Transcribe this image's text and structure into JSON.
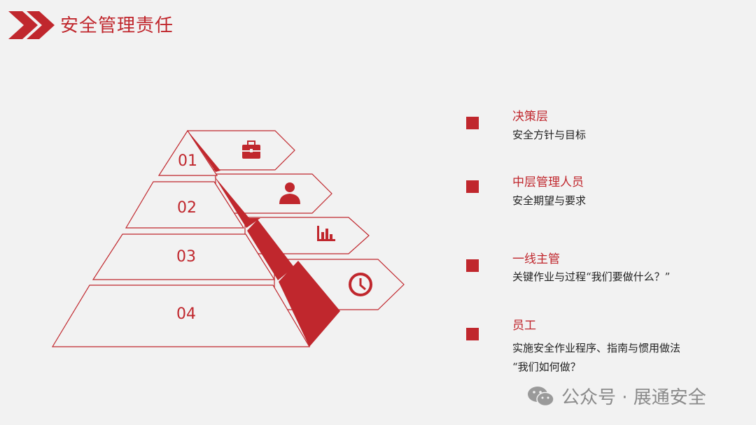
{
  "header": {
    "title": "安全管理责任"
  },
  "levels": [
    {
      "num": "01",
      "icon": "briefcase-icon"
    },
    {
      "num": "02",
      "icon": "user-icon"
    },
    {
      "num": "03",
      "icon": "bar-chart-icon"
    },
    {
      "num": "04",
      "icon": "clock-icon"
    }
  ],
  "legend": [
    {
      "title": "决策层",
      "desc": [
        "安全方针与目标"
      ]
    },
    {
      "title": "中层管理人员",
      "desc": [
        "安全期望与要求"
      ]
    },
    {
      "title": "一线主管",
      "desc": [
        "关键作业与过程“我们要做什么？”"
      ]
    },
    {
      "title": "员工",
      "desc": [
        "实施安全作业程序、指南与惯用做法",
        "“我们如何做？"
      ]
    }
  ],
  "watermark": {
    "text": "公众号 · 展通安全"
  },
  "colors": {
    "accent": "#c0272d",
    "background": "#f2f2f2"
  }
}
